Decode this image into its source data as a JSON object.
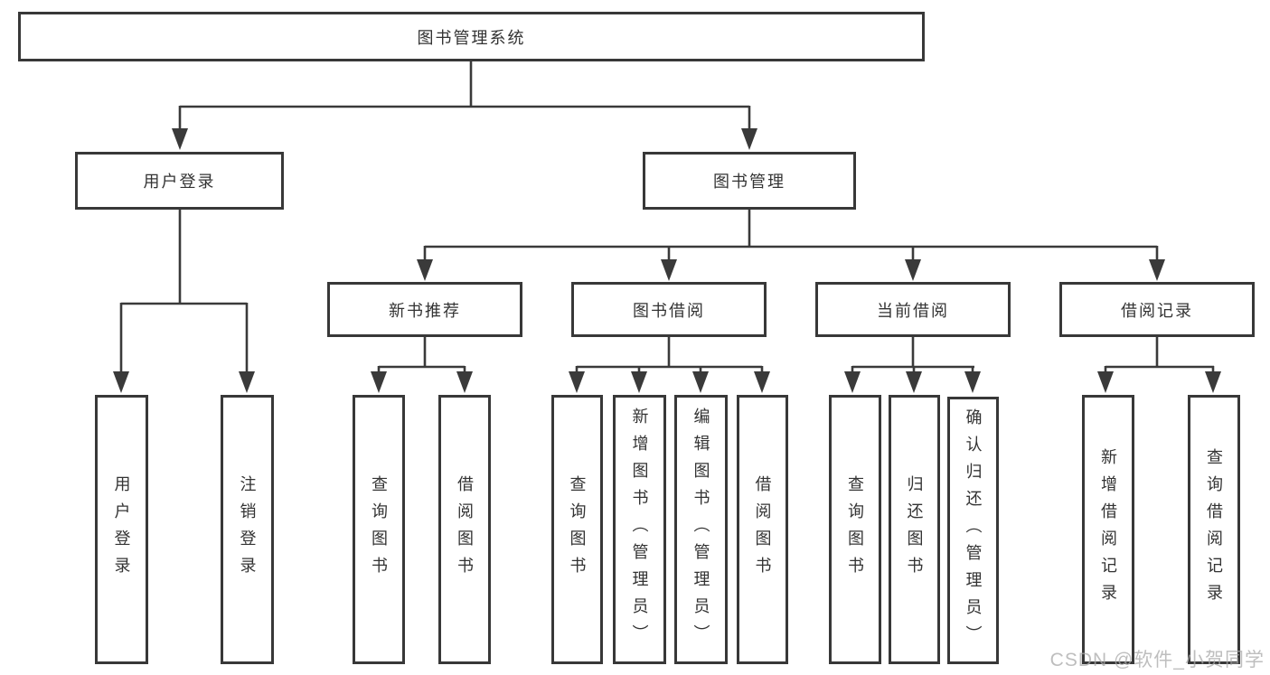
{
  "diagram": {
    "root": {
      "label": "图书管理系统"
    },
    "branches": [
      {
        "label": "用户登录",
        "children": [
          {
            "label": "用户登录"
          },
          {
            "label": "注销登录"
          }
        ]
      },
      {
        "label": "图书管理",
        "children": [
          {
            "label": "新书推荐",
            "children": [
              {
                "label": "查询图书"
              },
              {
                "label": "借阅图书"
              }
            ]
          },
          {
            "label": "图书借阅",
            "children": [
              {
                "label": "查询图书"
              },
              {
                "label": "新增图书（管理员）"
              },
              {
                "label": "编辑图书（管理员）"
              },
              {
                "label": "借阅图书"
              }
            ]
          },
          {
            "label": "当前借阅",
            "children": [
              {
                "label": "查询图书"
              },
              {
                "label": "归还图书"
              },
              {
                "label": "确认归还（管理员）"
              }
            ]
          },
          {
            "label": "借阅记录",
            "children": [
              {
                "label": "新增借阅记录"
              },
              {
                "label": "查询借阅记录"
              }
            ]
          }
        ]
      }
    ]
  },
  "watermark": {
    "text": "CSDN @软件_小贺同学"
  },
  "colors": {
    "line": "#3a3a3a",
    "box_border": "#383838",
    "text": "#333333",
    "background": "#ffffff",
    "watermark": "#a8a8a8"
  }
}
